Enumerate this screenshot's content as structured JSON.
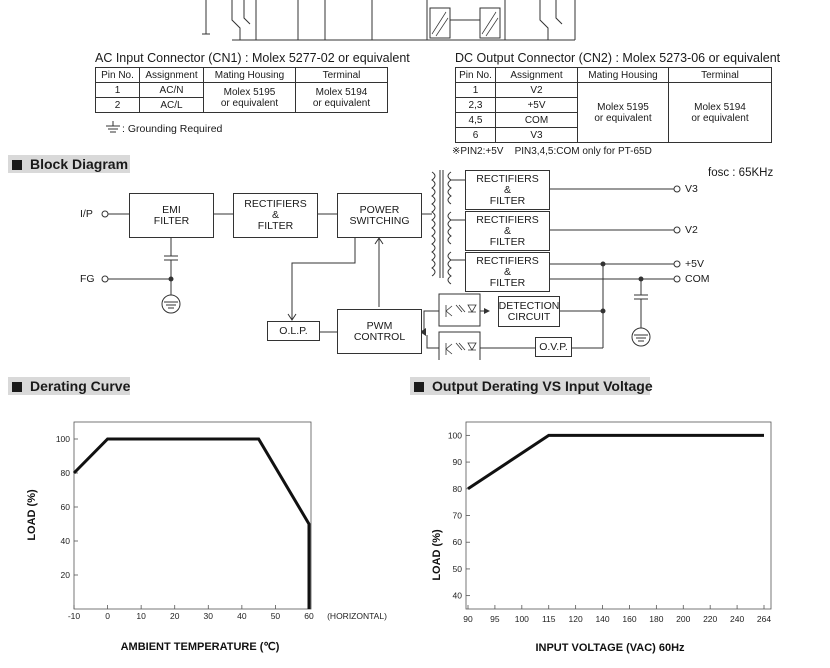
{
  "ac_connector": {
    "title": "AC Input Connector (CN1) : Molex 5277-02  or equivalent",
    "headers": [
      "Pin No.",
      "Assignment",
      "Mating Housing",
      "Terminal"
    ],
    "rows": [
      [
        "1",
        "AC/N"
      ],
      [
        "2",
        "AC/L"
      ]
    ],
    "housing": "Molex 5195\nor equivalent",
    "terminal": "Molex 5194\nor equivalent",
    "grounding_note": ": Grounding Required"
  },
  "dc_connector": {
    "title": "DC Output Connector (CN2) : Molex 5273-06 or equivalent",
    "headers": [
      "Pin No.",
      "Assignment",
      "Mating Housing",
      "Terminal"
    ],
    "rows": [
      [
        "1",
        "V2"
      ],
      [
        "2,3",
        "+5V"
      ],
      [
        "4,5",
        "COM"
      ],
      [
        "6",
        "V3"
      ]
    ],
    "housing": "Molex 5195\nor equivalent",
    "terminal": "Molex 5194\nor equivalent",
    "note": "※PIN2:+5V    PIN3,4,5:COM only for PT-65D"
  },
  "block_diagram": {
    "heading": "Block Diagram",
    "fosc": "fosc : 65KHz",
    "emi": "EMI\nFILTER",
    "rect1": "RECTIFIERS\n&\nFILTER",
    "power": "POWER\nSWITCHING",
    "rect_v3": "RECTIFIERS\n&\nFILTER",
    "rect_v2": "RECTIFIERS\n&\nFILTER",
    "rect_5v": "RECTIFIERS\n&\nFILTER",
    "olp": "O.L.P.",
    "pwm": "PWM\nCONTROL",
    "detection": "DETECTION\nCIRCUIT",
    "ovp": "O.V.P.",
    "ip": "I/P",
    "fg": "FG",
    "out_v3": "V3",
    "out_v2": "V2",
    "out_5v": "+5V",
    "out_com": "COM"
  },
  "derating": {
    "heading": "Derating Curve",
    "chart_data": {
      "type": "line",
      "xlabel": "AMBIENT TEMPERATURE (℃)",
      "ylabel": "LOAD (%)",
      "x_ticks": [
        "-10",
        "0",
        "10",
        "20",
        "30",
        "40",
        "50",
        "60",
        "(HORIZONTAL)"
      ],
      "y_ticks": [
        "20",
        "40",
        "60",
        "80",
        "100"
      ],
      "xlim": [
        -10,
        60
      ],
      "ylim": [
        0,
        110
      ],
      "series": [
        {
          "x": [
            -10,
            0,
            45,
            60,
            60
          ],
          "y": [
            80,
            100,
            100,
            50,
            0
          ]
        }
      ]
    }
  },
  "output_derating": {
    "heading": "Output Derating VS Input Voltage",
    "chart_data": {
      "type": "line",
      "xlabel": "INPUT VOLTAGE (VAC) 60Hz",
      "ylabel": "LOAD (%)",
      "categories": [
        "90",
        "95",
        "100",
        "115",
        "120",
        "140",
        "160",
        "180",
        "200",
        "220",
        "240",
        "264"
      ],
      "y_ticks": [
        "40",
        "50",
        "60",
        "70",
        "80",
        "90",
        "100"
      ],
      "ylim": [
        35,
        105
      ],
      "series": [
        {
          "x": [
            "90",
            "115",
            "264"
          ],
          "y": [
            80,
            100,
            100
          ]
        }
      ]
    }
  }
}
